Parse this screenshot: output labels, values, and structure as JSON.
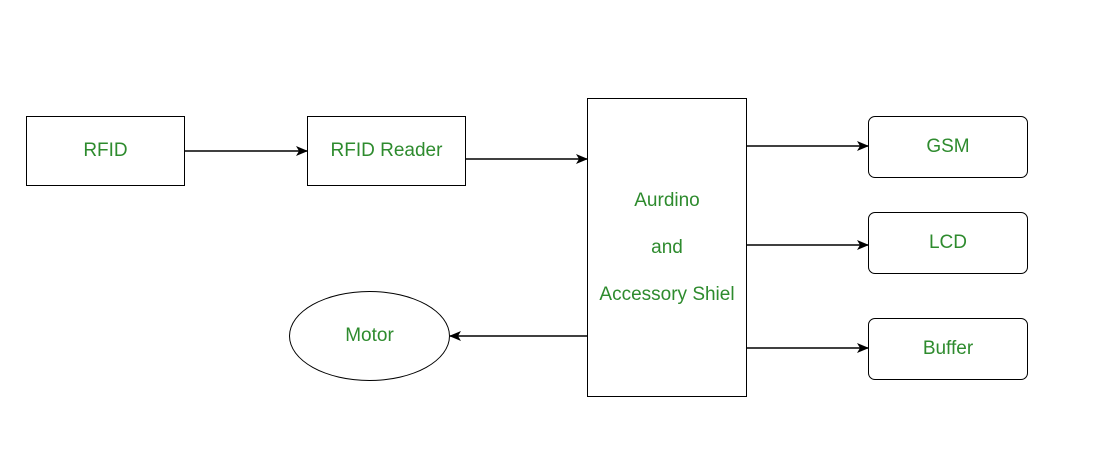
{
  "nodes": {
    "rfid": "RFID",
    "rfid_reader": "RFID Reader",
    "arduino": {
      "line1": "Aurdino",
      "line2": "and",
      "line3": "Accessory Shiel"
    },
    "gsm": "GSM",
    "lcd": "LCD",
    "buffer": "Buffer",
    "motor": "Motor"
  },
  "colors": {
    "label_text": "#2e8b2e",
    "stroke": "#000000",
    "background": "#ffffff"
  }
}
